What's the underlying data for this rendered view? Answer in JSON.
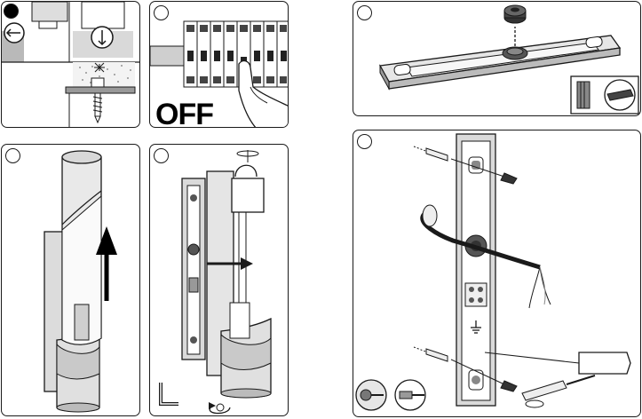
{
  "panels": [
    {
      "id": "step-1",
      "filled_marker": true
    },
    {
      "id": "step-2",
      "caption": "OFF"
    },
    {
      "id": "step-3"
    },
    {
      "id": "step-4"
    },
    {
      "id": "step-5"
    },
    {
      "id": "step-6"
    }
  ],
  "colors": {
    "line": "#1a1a1a",
    "fill_light": "#e2e2e2",
    "fill_mid": "#c8c8c8",
    "fill_dark": "#555555",
    "paper": "#ffffff"
  }
}
